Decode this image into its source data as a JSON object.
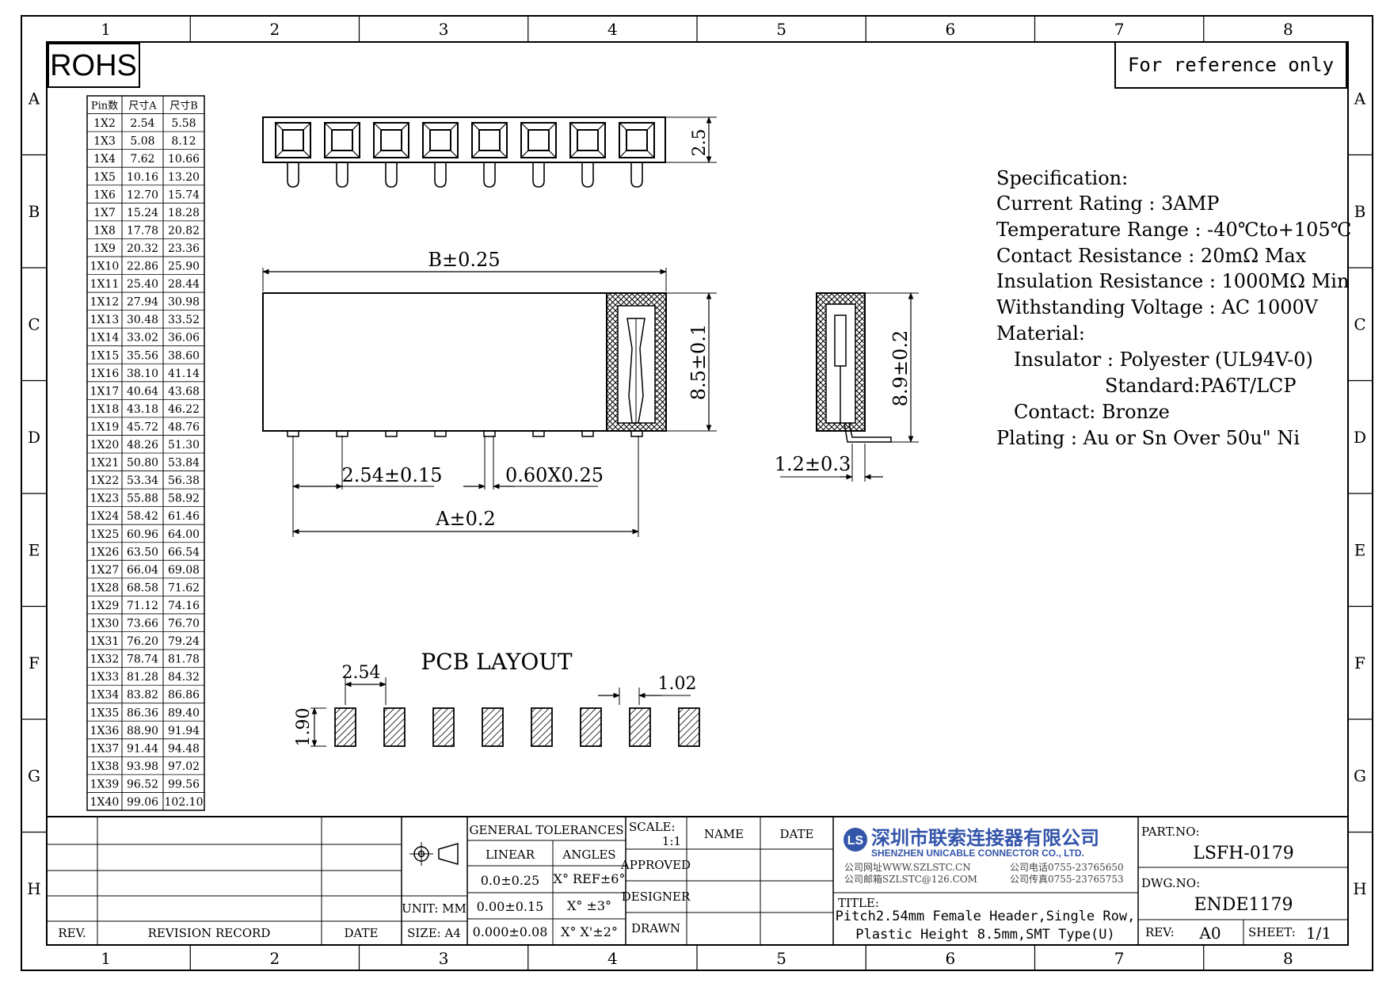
{
  "frame": {
    "columns": [
      "1",
      "2",
      "3",
      "4",
      "5",
      "6",
      "7",
      "8"
    ],
    "rows": [
      "A",
      "B",
      "C",
      "D",
      "E",
      "F",
      "G",
      "H"
    ]
  },
  "badges": {
    "rohs": "ROHS",
    "reference": "For reference only"
  },
  "pin_table": {
    "headers": [
      "Pin数",
      "尺寸A",
      "尺寸B"
    ],
    "rows": [
      [
        "1X2",
        "2.54",
        "5.58"
      ],
      [
        "1X3",
        "5.08",
        "8.12"
      ],
      [
        "1X4",
        "7.62",
        "10.66"
      ],
      [
        "1X5",
        "10.16",
        "13.20"
      ],
      [
        "1X6",
        "12.70",
        "15.74"
      ],
      [
        "1X7",
        "15.24",
        "18.28"
      ],
      [
        "1X8",
        "17.78",
        "20.82"
      ],
      [
        "1X9",
        "20.32",
        "23.36"
      ],
      [
        "1X10",
        "22.86",
        "25.90"
      ],
      [
        "1X11",
        "25.40",
        "28.44"
      ],
      [
        "1X12",
        "27.94",
        "30.98"
      ],
      [
        "1X13",
        "30.48",
        "33.52"
      ],
      [
        "1X14",
        "33.02",
        "36.06"
      ],
      [
        "1X15",
        "35.56",
        "38.60"
      ],
      [
        "1X16",
        "38.10",
        "41.14"
      ],
      [
        "1X17",
        "40.64",
        "43.68"
      ],
      [
        "1X18",
        "43.18",
        "46.22"
      ],
      [
        "1X19",
        "45.72",
        "48.76"
      ],
      [
        "1X20",
        "48.26",
        "51.30"
      ],
      [
        "1X21",
        "50.80",
        "53.84"
      ],
      [
        "1X22",
        "53.34",
        "56.38"
      ],
      [
        "1X23",
        "55.88",
        "58.92"
      ],
      [
        "1X24",
        "58.42",
        "61.46"
      ],
      [
        "1X25",
        "60.96",
        "64.00"
      ],
      [
        "1X26",
        "63.50",
        "66.54"
      ],
      [
        "1X27",
        "66.04",
        "69.08"
      ],
      [
        "1X28",
        "68.58",
        "71.62"
      ],
      [
        "1X29",
        "71.12",
        "74.16"
      ],
      [
        "1X30",
        "73.66",
        "76.70"
      ],
      [
        "1X31",
        "76.20",
        "79.24"
      ],
      [
        "1X32",
        "78.74",
        "81.78"
      ],
      [
        "1X33",
        "81.28",
        "84.32"
      ],
      [
        "1X34",
        "83.82",
        "86.86"
      ],
      [
        "1X35",
        "86.36",
        "89.40"
      ],
      [
        "1X36",
        "88.90",
        "91.94"
      ],
      [
        "1X37",
        "91.44",
        "94.48"
      ],
      [
        "1X38",
        "93.98",
        "97.02"
      ],
      [
        "1X39",
        "96.52",
        "99.56"
      ],
      [
        "1X40",
        "99.06",
        "102.10"
      ]
    ]
  },
  "dimensions": {
    "top_height": "2.5",
    "b_width": "B±0.25",
    "front_height": "8.5±0.1",
    "pitch": "2.54±0.15",
    "pin_size": "0.60X0.25",
    "a_length": "A±0.2",
    "side_height": "8.9±0.2",
    "side_foot": "1.2±0.3"
  },
  "specification": {
    "title": "Specification:",
    "lines": [
      "Current Rating : 3AMP",
      "Temperature Range : -40℃to+105℃",
      "Contact Resistance : 20mΩ Max",
      "Insulation Resistance : 1000MΩ Min",
      "Withstanding Voltage : AC 1000V",
      "Material:",
      "Insulator : Polyester (UL94V-0)",
      "Standard:PA6T/LCP",
      "Contact: Bronze",
      "Plating : Au or Sn Over 50u\" Ni"
    ]
  },
  "pcb_layout": {
    "title": "PCB LAYOUT",
    "pitch": "2.54",
    "pad_width": "1.02",
    "pad_height": "1.90",
    "pad_count": 8
  },
  "title_block": {
    "revision": {
      "rev_label": "REV.",
      "record_label": "REVISION RECORD",
      "date_label": "DATE"
    },
    "unit": "UNIT: MM",
    "size": "SIZE: A4",
    "tolerances": {
      "title": "GENERAL TOLERANCES",
      "linear_label": "LINEAR",
      "angles_label": "ANGLES",
      "linear": [
        "0.0±0.25",
        "0.00±0.15",
        "0.000±0.08"
      ],
      "angles": [
        "X° REF±6°",
        "X° ±3°",
        "X° X'±2°"
      ]
    },
    "scale_label": "SCALE:",
    "scale_value": "1:1",
    "name_label": "NAME",
    "date_label": "DATE",
    "approved": "APPROVED",
    "designer": "DESIGNER",
    "drawn": "DRAWN",
    "company": {
      "logo": "LS",
      "name_cn": "深圳市联索连接器有限公司",
      "name_en": "SHENZHEN UNICABLE CONNECTOR CO., LTD.",
      "web": "公司网址WWW.SZLSTC.CN",
      "email": "公司邮箱SZLSTC@126.COM",
      "phone": "公司电话0755-23765650",
      "fax": "公司传真0755-23765753"
    },
    "title_label": "TITLE:",
    "title_line1": "Pitch2.54mm Female Header,Single Row,",
    "title_line2": "Plastic Height 8.5mm,SMT Type(U)",
    "part_no_label": "PART.NO:",
    "part_no": "LSFH-0179",
    "dwg_no_label": "DWG.NO:",
    "dwg_no": "ENDE1179",
    "rev_label": "REV:",
    "rev_value": "A0",
    "sheet_label": "SHEET:",
    "sheet_value": "1/1"
  }
}
